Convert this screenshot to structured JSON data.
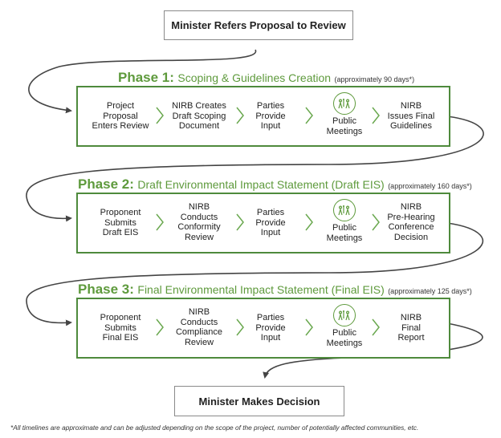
{
  "start_label": "Minister Refers Proposal to Review",
  "end_label": "Minister Makes Decision",
  "phases": [
    {
      "title": "Phase 1:",
      "description": "Scoping & Guidelines Creation",
      "duration": "(approximately 90 days*)",
      "steps": [
        "Project\nProposal\nEnters Review",
        "NIRB Creates\nDraft Scoping\nDocument",
        "Parties\nProvide\nInput",
        "Public\nMeetings",
        "NIRB\nIssues Final\nGuidelines"
      ]
    },
    {
      "title": "Phase 2:",
      "description": "Draft Environmental Impact Statement (Draft EIS)",
      "duration": "(approximately 160 days*)",
      "steps": [
        "Proponent\nSubmits\nDraft EIS",
        "NIRB\nConducts\nConformity\nReview",
        "Parties\nProvide\nInput",
        "Public\nMeetings",
        "NIRB\nPre-Hearing\nConference\nDecision"
      ]
    },
    {
      "title": "Phase 3:",
      "description": "Final Environmental Impact Statement (Final EIS)",
      "duration": "(approximately 125 days*)",
      "steps": [
        "Proponent\nSubmits\nFinal EIS",
        "NIRB\nConducts\nCompliance\nReview",
        "Parties\nProvide\nInput",
        "Public\nMeetings",
        "NIRB\nFinal\nReport"
      ]
    }
  ],
  "footnote": "*All timelines are approximate and can be adjusted depending on the scope of the project, number of potentially affected communities, etc.",
  "colors": {
    "phase_green": "#5e9a3c",
    "box_border": "#4e8a3c",
    "flow_line": "#444444"
  },
  "icons": {
    "step_arrow": "chevron-right-icon",
    "meeting": "public-meeting-icon"
  }
}
